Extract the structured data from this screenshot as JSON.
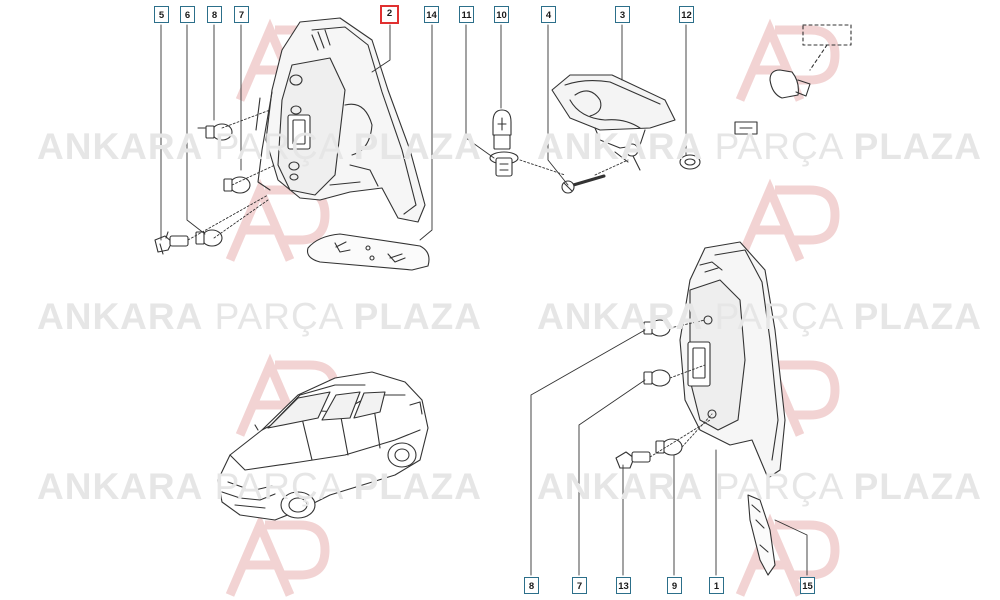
{
  "watermark": {
    "word_bold_1": "ANKARA",
    "word_light": "PARÇA",
    "word_bold_2": "PLAZA",
    "logo_color": "#efc9c9",
    "text_color": "#e6e6e6"
  },
  "colors": {
    "callout_border": "#2c6f8a",
    "callout_highlight": "#e03030",
    "line_art": "#333333"
  },
  "callouts": {
    "c5": "5",
    "c6": "6",
    "c8a": "8",
    "c7a": "7",
    "c2": "2",
    "c14": "14",
    "c11": "11",
    "c10": "10",
    "c4": "4",
    "c3": "3",
    "c12": "12",
    "c8b": "8",
    "c7b": "7",
    "c13": "13",
    "c9": "9",
    "c1": "1",
    "c15": "15"
  },
  "highlighted_callout": "2"
}
